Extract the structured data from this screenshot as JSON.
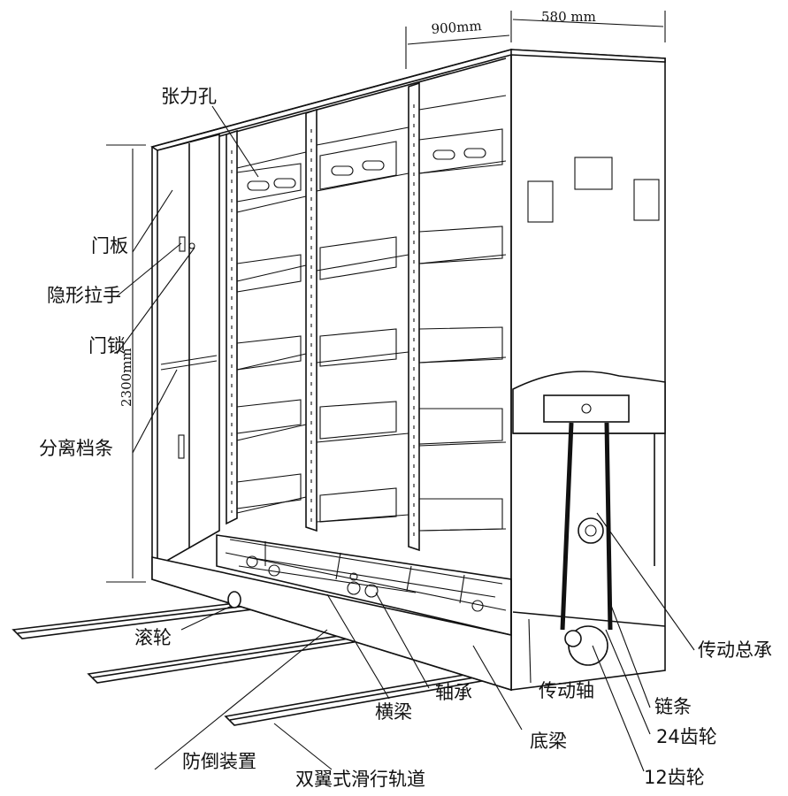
{
  "dimensions": {
    "width": "900mm",
    "depth": "580 mm",
    "height": "2300mm"
  },
  "labels": {
    "tension_hole": "张力孔",
    "door_panel": "门板",
    "hidden_handle": "隐形拉手",
    "door_lock": "门锁",
    "separator_bar": "分离档条",
    "roller": "滚轮",
    "anti_tip_device": "防倒装置",
    "double_wing_rail": "双翼式滑行轨道",
    "cross_beam": "横梁",
    "bearing": "轴承",
    "base_beam": "底梁",
    "drive_shaft": "传动轴",
    "transmission_bearing": "传动总承",
    "chain": "链条",
    "gear_24": "24齿轮",
    "gear_12": "12齿轮"
  }
}
